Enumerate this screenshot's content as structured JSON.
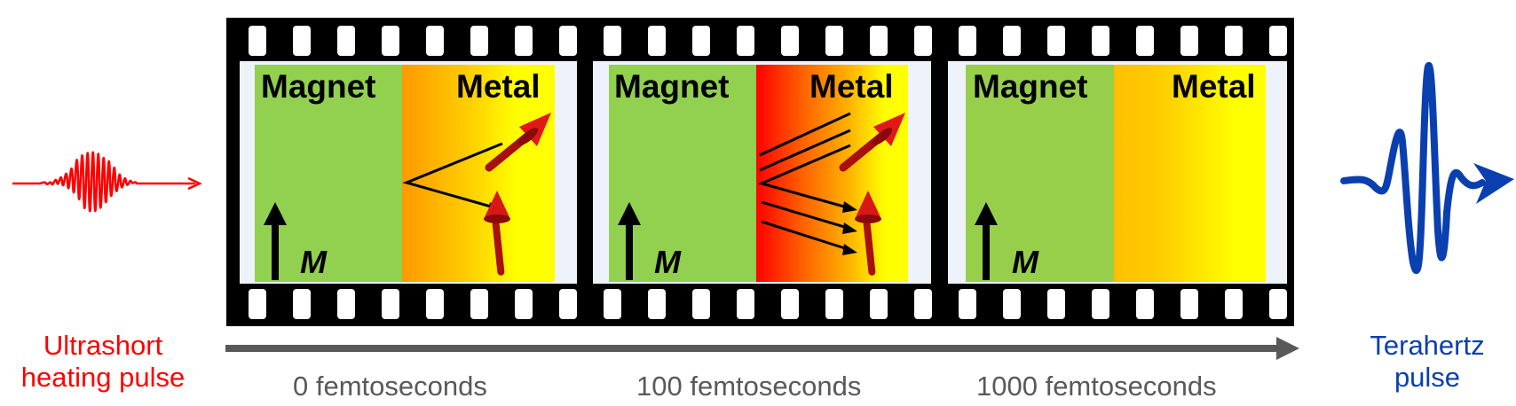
{
  "left_pulse": {
    "caption_line1": "Ultrashort",
    "caption_line2": "heating pulse",
    "icon": "oscillating-wave-packet-icon",
    "color": "#ff0000"
  },
  "right_pulse": {
    "caption_line1": "Terahertz",
    "caption_line2": "pulse",
    "icon": "single-cycle-wave-icon",
    "color": "#0a3fb0"
  },
  "frames": [
    {
      "magnet_label": "Magnet",
      "metal_label": "Metal",
      "magnetization_label": "M",
      "time_label": "0 femtoseconds",
      "metal_gradient": [
        "#ff9900",
        "#ffff00"
      ],
      "spin_current_arrows": 1
    },
    {
      "magnet_label": "Magnet",
      "metal_label": "Metal",
      "magnetization_label": "M",
      "time_label": "100 femtoseconds",
      "metal_gradient": [
        "#ff0000",
        "#ffa000",
        "#ffff00"
      ],
      "spin_current_arrows": 3
    },
    {
      "magnet_label": "Magnet",
      "metal_label": "Metal",
      "magnetization_label": "M",
      "time_label": "1000 femtoseconds",
      "metal_gradient": [
        "#ffc000",
        "#ffff00"
      ],
      "spin_current_arrows": 0
    }
  ],
  "colors": {
    "film": "#000000",
    "frame_panel": "#eef2fb",
    "magnet": "#92d050",
    "time_arrow": "#595959",
    "time_text": "#595959"
  }
}
